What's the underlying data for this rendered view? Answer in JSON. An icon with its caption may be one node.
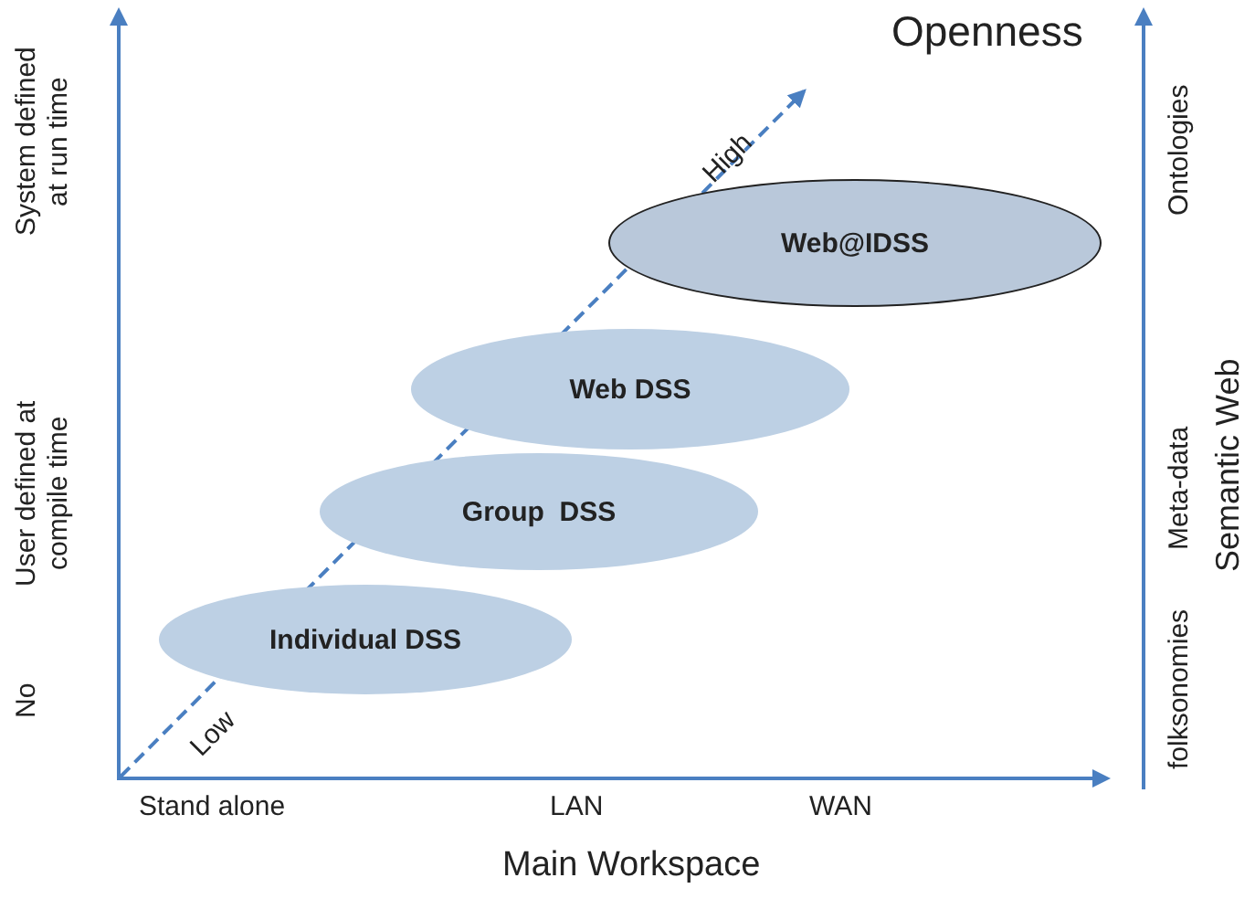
{
  "diagram": {
    "nodes": [
      {
        "text": [
          "Web@IDSS"
        ]
      },
      {
        "text": [
          "Web DSS"
        ]
      },
      {
        "text": [
          "Group  DSS"
        ]
      },
      {
        "text": [
          "Individual DSS"
        ]
      }
    ],
    "labels": [
      "Openness",
      "System defined at run time",
      "User defined at compile time",
      "No",
      "Ontologies",
      "Meta-data",
      "folksonomies",
      "Semantic Web",
      "High",
      "Low",
      "Stand alone",
      "LAN",
      "WAN",
      "Main Workspace"
    ]
  }
}
